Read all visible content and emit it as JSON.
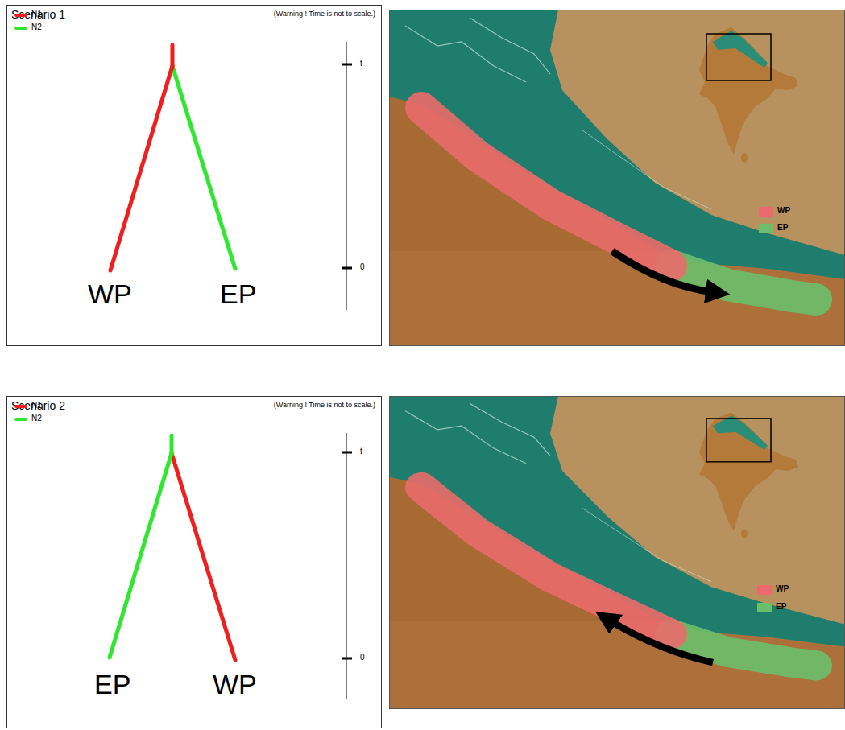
{
  "diagram": {
    "nodes": [
      {
        "text": [
          "Scenario 1",
          "(Warning ! Time is not to scale.)"
        ]
      },
      {
        "text": [
          "Scenario 2",
          "(Warning ! Time is not to scale.)"
        ]
      }
    ],
    "labels": [
      "WP",
      "EP",
      "t",
      "0",
      "EP",
      "WP",
      "t",
      "0"
    ],
    "legend": [
      {
        "text": "N1",
        "color": "#f01e1e"
      },
      {
        "text": "N2",
        "color": "#2ee82e"
      },
      {
        "text": "WP",
        "color": "#e96b6b"
      },
      {
        "text": "EP",
        "color": "#6bbf6b"
      },
      {
        "text": "N1",
        "color": "#f01e1e"
      },
      {
        "text": "N2",
        "color": "#2ee82e"
      },
      {
        "text": "WP",
        "color": "#e96b6b"
      },
      {
        "text": "EP",
        "color": "#6bbf6b"
      }
    ]
  }
}
